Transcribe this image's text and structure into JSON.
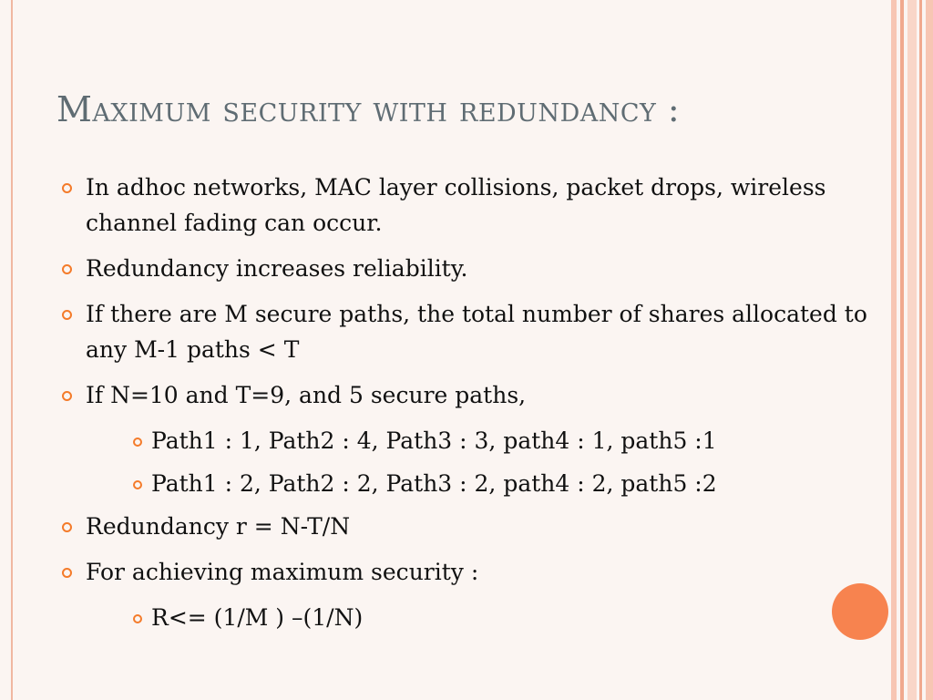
{
  "slide": {
    "title": "Maximum security with redundancy :",
    "bullets": [
      {
        "level": 1,
        "text": "In adhoc networks, MAC layer collisions, packet drops, wireless channel fading can occur."
      },
      {
        "level": 1,
        "text": "Redundancy increases reliability."
      },
      {
        "level": 1,
        "text": "If there are M secure paths, the total number of shares allocated to any M-1 paths < T"
      },
      {
        "level": 1,
        "text": "If N=10 and T=9, and 5 secure paths,"
      },
      {
        "level": 2,
        "text": "Path1 : 1, Path2 : 4, Path3 : 3, path4 : 1, path5 :1"
      },
      {
        "level": 2,
        "text": "Path1 : 2, Path2 : 2, Path3 : 2, path4 : 2, path5 :2"
      },
      {
        "level": 1,
        "text": "Redundancy r = N-T/N"
      },
      {
        "level": 1,
        "text": "For achieving maximum security :"
      },
      {
        "level": 2,
        "text": "R<= (1/M ) –(1/N)"
      }
    ]
  },
  "theme": {
    "background": "#fbf5f2",
    "title_color": "#5f6c73",
    "bullet_color": "#f47b2a",
    "accent_circle": "#f7834f",
    "stripe_colors": [
      "#f7c6b3",
      "#f0a98e",
      "#f9d6c8"
    ]
  }
}
